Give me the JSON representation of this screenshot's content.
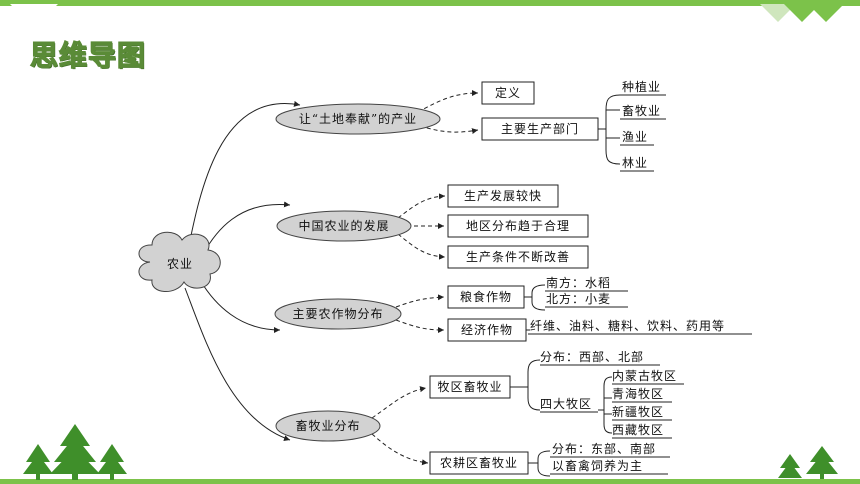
{
  "title": "思维导图",
  "colors": {
    "accent": "#7cc24a",
    "tree": "#3f8f2a",
    "oval": "#cfcfcf",
    "cloud": "#cfcfcf"
  },
  "root": "农业",
  "b1": {
    "label": "让“土地奉献”的产业",
    "c1": "定义",
    "c2": "主要生产部门",
    "subs": [
      "种植业",
      "畜牧业",
      "渔业",
      "林业"
    ]
  },
  "b2": {
    "label": "中国农业的发展",
    "items": [
      "生产发展较快",
      "地区分布趋于合理",
      "生产条件不断改善"
    ]
  },
  "b3": {
    "label": "主要农作物分布",
    "grain": "粮食作物",
    "south": "南方：水稻",
    "north": "北方：小麦",
    "econ": "经济作物",
    "econ_items": "纤维、油料、糖料、饮料、药用等"
  },
  "b4": {
    "label": "畜牧业分布",
    "pastoral": "牧区畜牧业",
    "pastoral_dist": "分布：西部、北部",
    "four": "四大牧区",
    "regions": [
      "内蒙古牧区",
      "青海牧区",
      "新疆牧区",
      "西藏牧区"
    ],
    "farming": "农耕区畜牧业",
    "farming_dist": "分布：东部、南部",
    "farming_feed": "以畜禽饲养为主"
  }
}
